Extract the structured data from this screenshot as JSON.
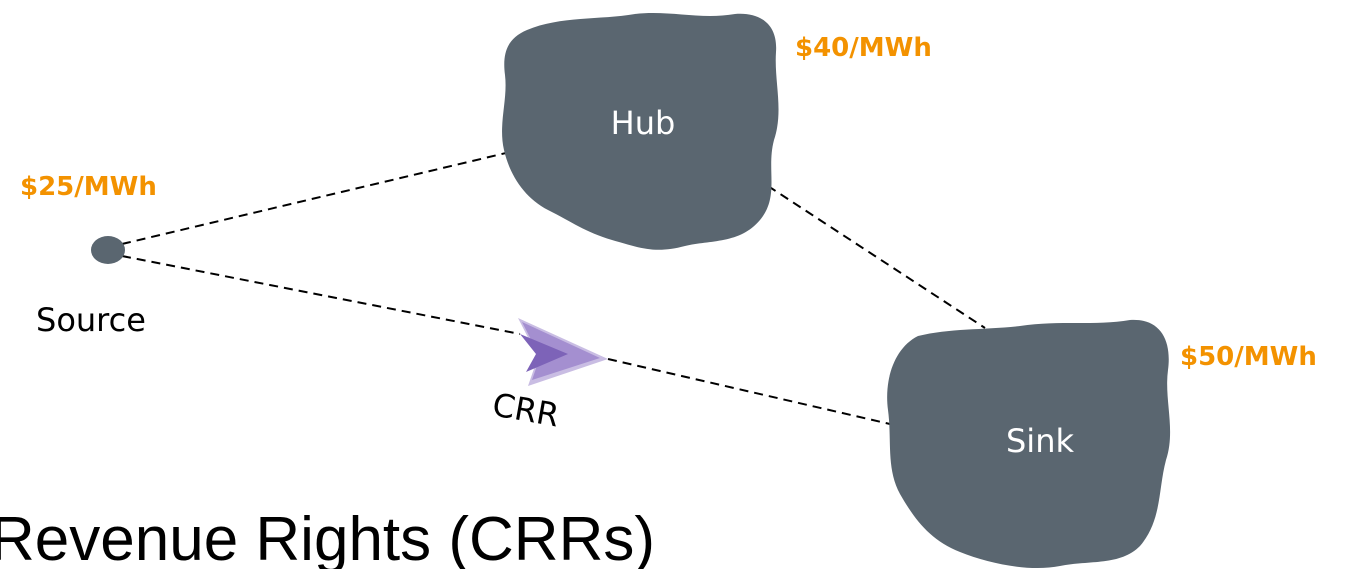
{
  "colors": {
    "node_fill": "#5a6670",
    "price": "#f39200",
    "arrow_light": "#c9bde3",
    "arrow_mid": "#a48fd0",
    "arrow_dark": "#7d63b8",
    "line": "#000000"
  },
  "nodes": {
    "hub": {
      "label": "Hub"
    },
    "sink": {
      "label": "Sink"
    },
    "source": {
      "label": "Source"
    }
  },
  "prices": {
    "hub": "$40/MWh",
    "source": "$25/MWh",
    "sink": "$50/MWh"
  },
  "crr": {
    "label": "CRR",
    "icon": "arrow-icon"
  },
  "title": "Revenue Rights (CRRs)"
}
